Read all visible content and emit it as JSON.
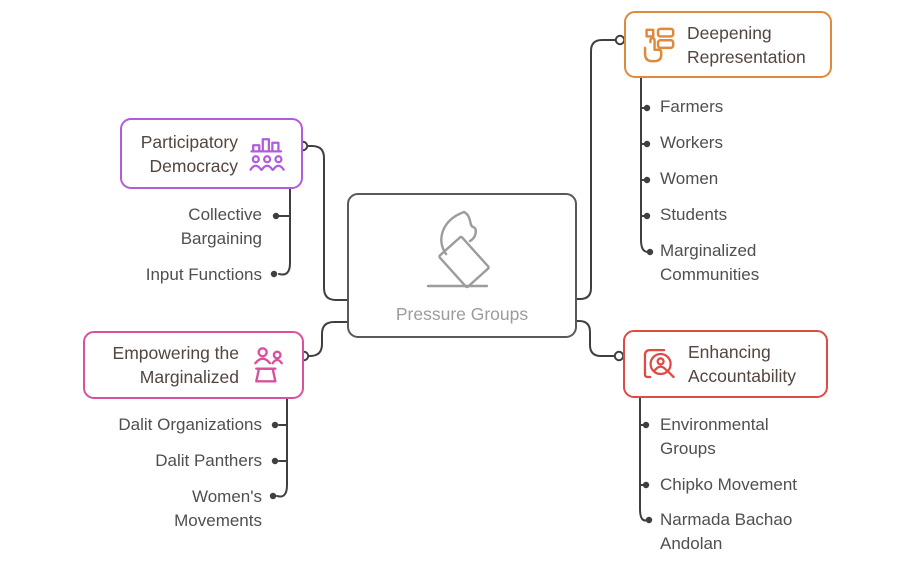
{
  "diagram": {
    "type": "mindmap",
    "center": {
      "label": "Pressure Groups",
      "icon": "ballot-box-icon"
    }
  },
  "branches": [
    {
      "id": "participatory-democracy",
      "title": "Participatory Democracy",
      "icon": "bar-chart-people-icon",
      "color": "#B15CDC",
      "side": "left",
      "children": [
        "Collective Bargaining",
        "Input Functions"
      ]
    },
    {
      "id": "empowering-the-marginalized",
      "title": "Empowering the Marginalized",
      "icon": "people-podium-icon",
      "color": "#D9519D",
      "side": "left",
      "children": [
        "Dalit Organizations",
        "Dalit Panthers",
        "Women's Movements"
      ]
    },
    {
      "id": "deepening-representation",
      "title": "Deepening Representation",
      "icon": "hand-choice-list-icon",
      "color": "#DD8A3D",
      "side": "right",
      "children": [
        "Farmers",
        "Workers",
        "Women",
        "Students",
        "Marginalized Communities"
      ]
    },
    {
      "id": "enhancing-accountability",
      "title": "Enhancing Accountability",
      "icon": "person-document-magnifier-icon",
      "color": "#DD4B44",
      "side": "right",
      "children": [
        "Environmental Groups",
        "Chipko Movement",
        "Narmada Bachao Andolan"
      ]
    }
  ],
  "colors": {
    "connector": "#3F3F3F",
    "node_title_text": "#54453E",
    "leaf_text": "#4F4F4F",
    "center_text": "#9C9C9C",
    "center_border": "#595959",
    "background": "#FFFFFF"
  }
}
